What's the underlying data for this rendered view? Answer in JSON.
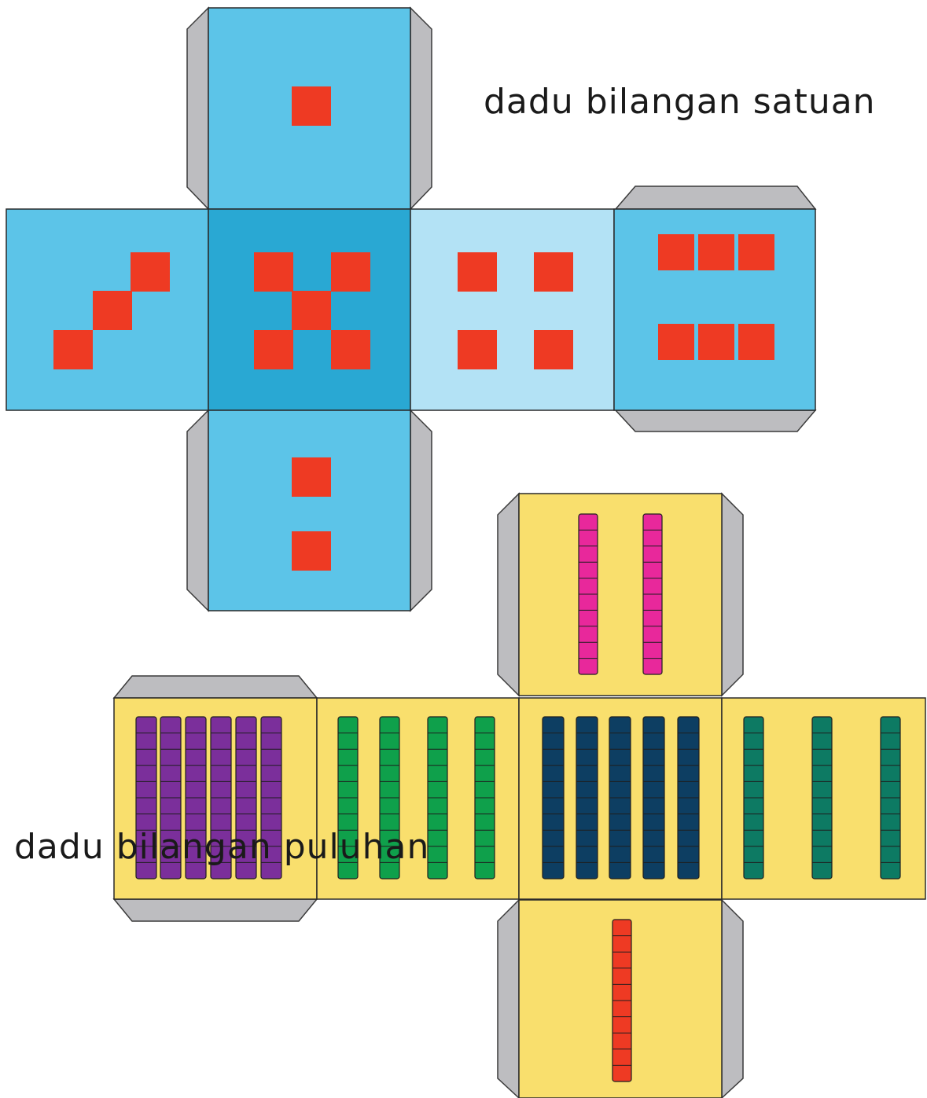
{
  "labels": {
    "units_die": "dadu bilangan satuan",
    "tens_die": "dadu bilangan puluhan"
  },
  "units_die": {
    "faces": [
      {
        "name": "face-top",
        "value": 1
      },
      {
        "name": "face-left",
        "value": 3
      },
      {
        "name": "face-center",
        "value": 5
      },
      {
        "name": "face-right",
        "value": 4
      },
      {
        "name": "face-far-right",
        "value": 6
      },
      {
        "name": "face-bottom",
        "value": 2
      }
    ]
  },
  "tens_die": {
    "faces": [
      {
        "name": "face-top",
        "value": 20
      },
      {
        "name": "face-far-left",
        "value": 60
      },
      {
        "name": "face-left",
        "value": 40
      },
      {
        "name": "face-center",
        "value": 50
      },
      {
        "name": "face-right",
        "value": 30
      },
      {
        "name": "face-bottom",
        "value": 10
      }
    ]
  },
  "colors": {
    "units_face": "#5cc4e8",
    "units_face_dark": "#29a8d3",
    "units_face_light": "#b3e2f5",
    "pip": "#ee3a23",
    "tab": "#bdbdc0",
    "tens_face": "#f9df6d",
    "rod_pink": "#e8289b",
    "rod_purple": "#7b2f9b",
    "rod_green": "#0fa04b",
    "rod_navy": "#0d3e62",
    "rod_teal": "#0d7a63",
    "rod_red": "#ee3a23"
  }
}
